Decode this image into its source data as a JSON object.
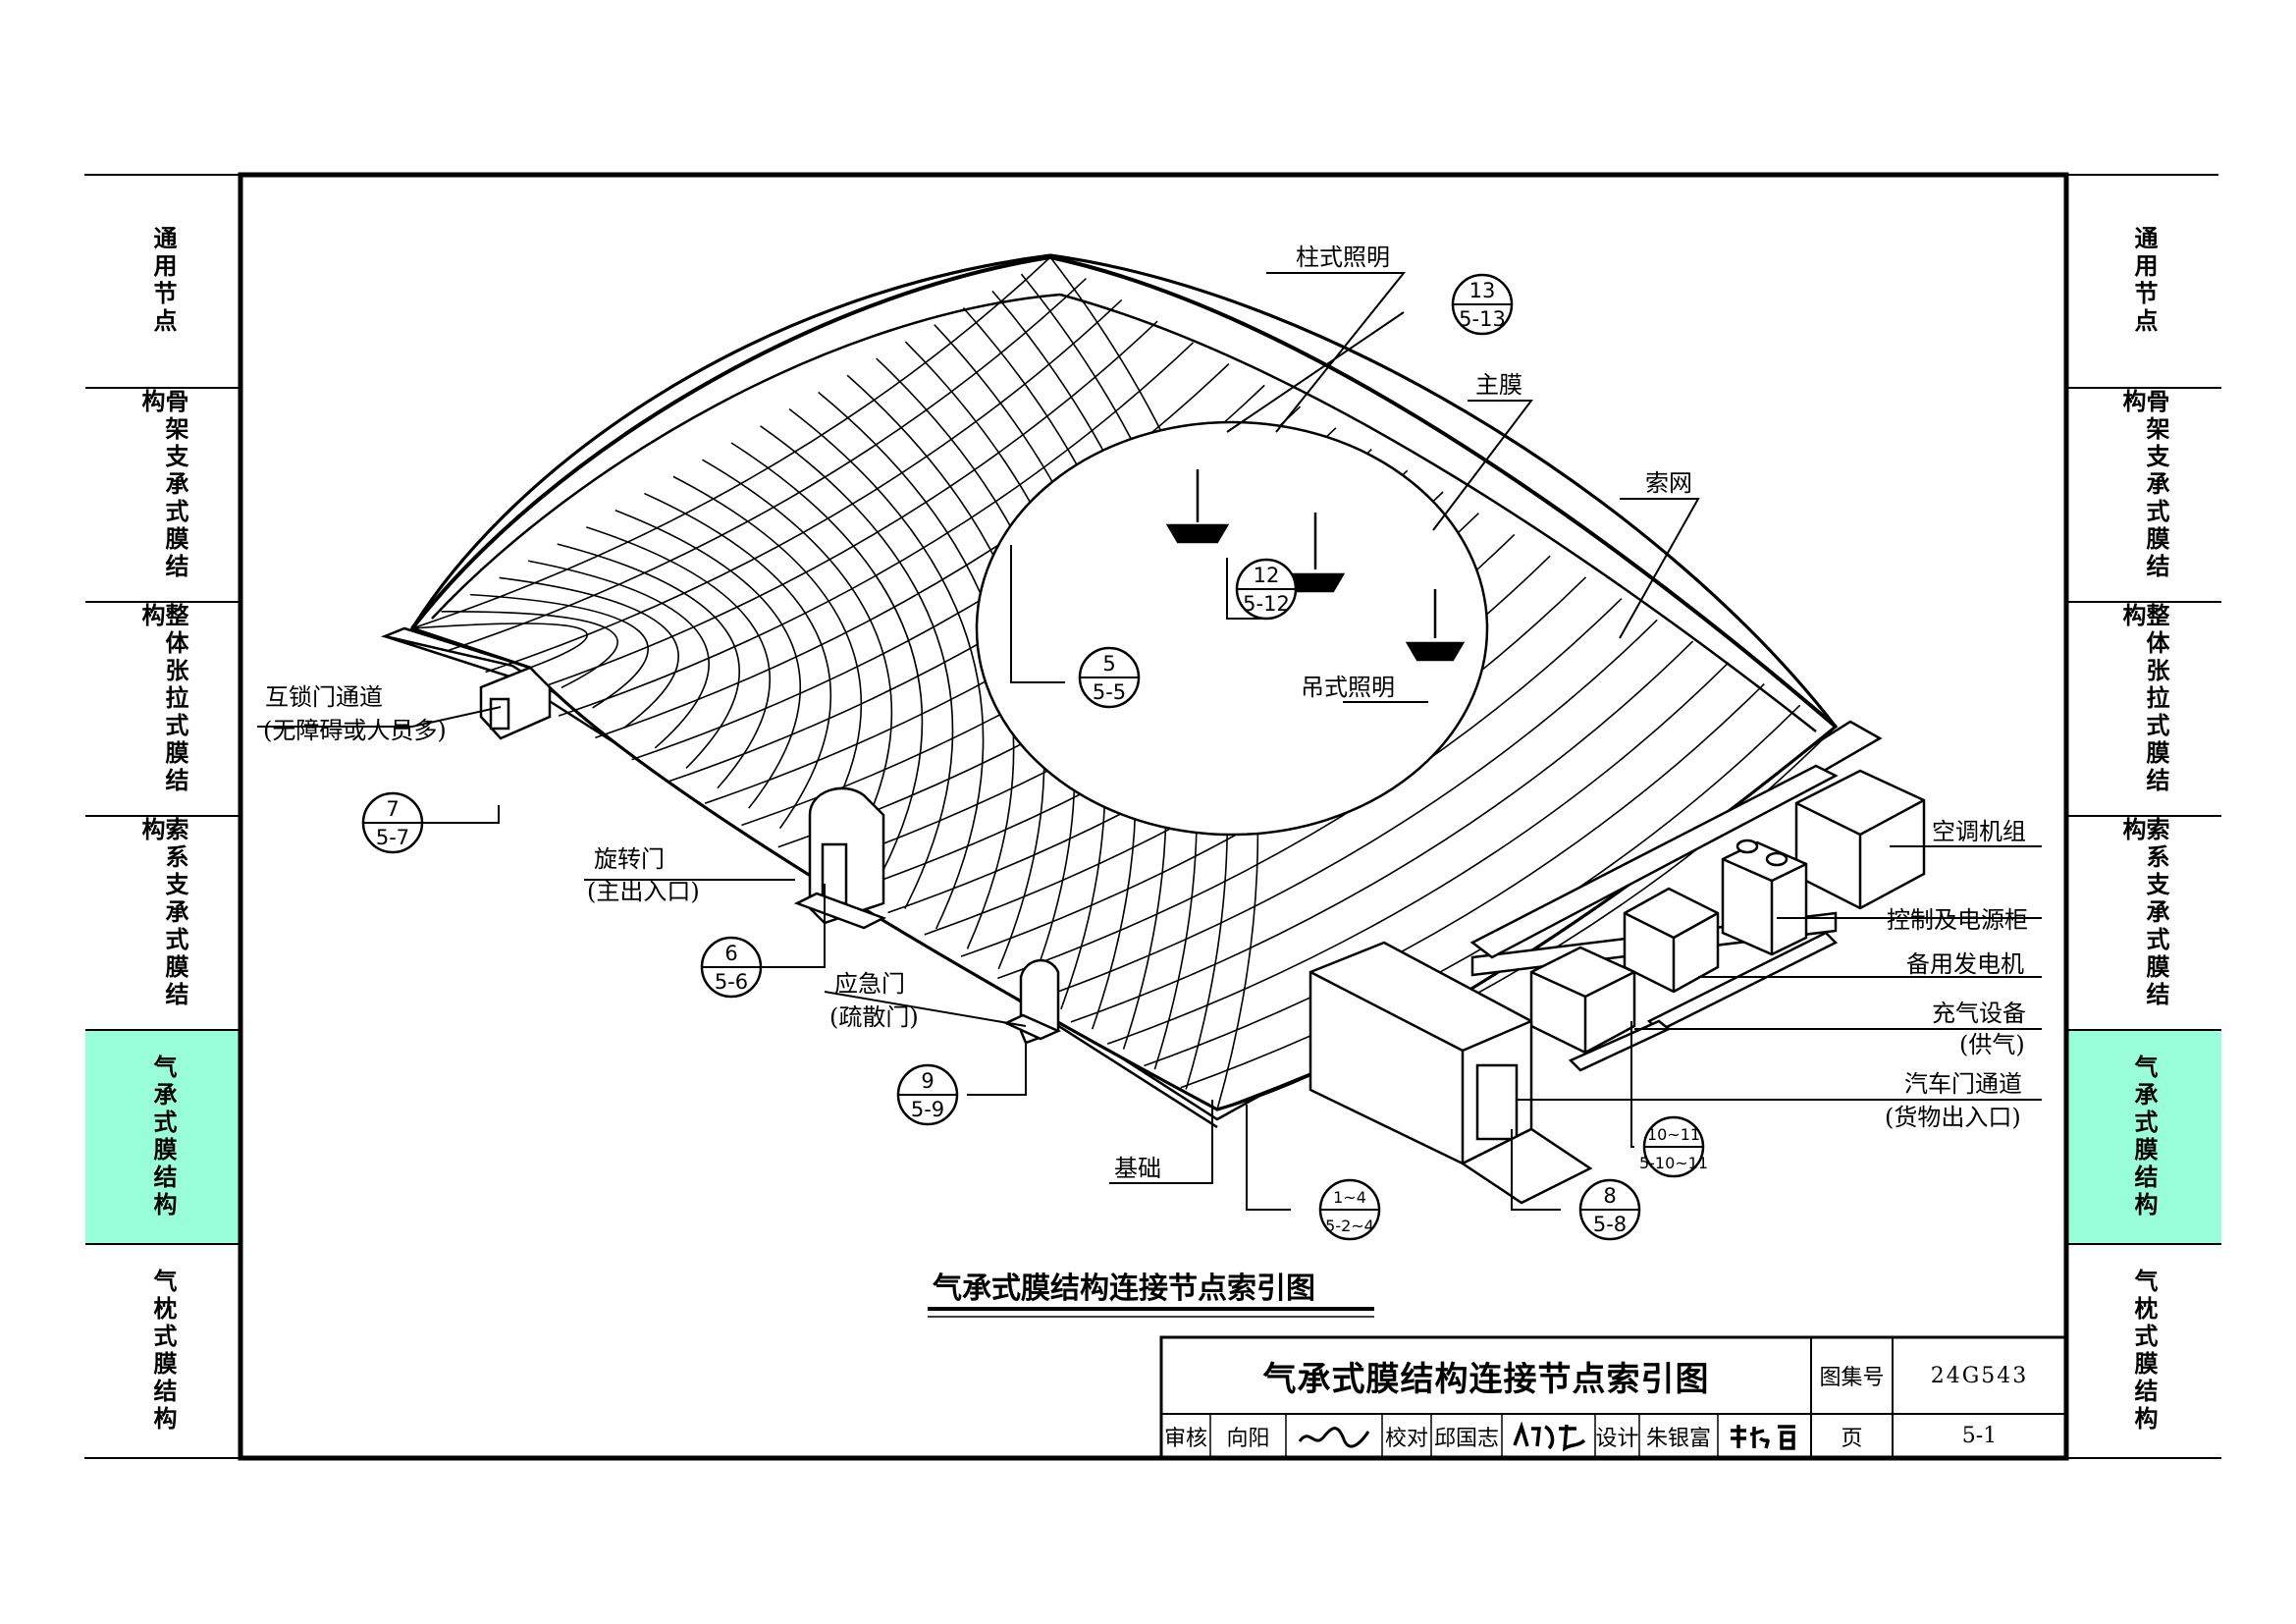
{
  "nav": {
    "left": [
      {
        "label": "通用节点",
        "active": false
      },
      {
        "label": "骨架支承式膜结构",
        "active": false
      },
      {
        "label": "整体张拉式膜结构",
        "active": false
      },
      {
        "label": "索系支承式膜结构",
        "active": false
      },
      {
        "label": "气承式膜结构",
        "active": true
      },
      {
        "label": "气枕式膜结构",
        "active": false
      }
    ],
    "right": [
      {
        "label": "通用节点",
        "active": false
      },
      {
        "label": "骨架支承式膜结构",
        "active": false
      },
      {
        "label": "整体张拉式膜结构",
        "active": false
      },
      {
        "label": "索系支承式膜结构",
        "active": false
      },
      {
        "label": "气承式膜结构",
        "active": true
      },
      {
        "label": "气枕式膜结构",
        "active": false
      }
    ],
    "active_color": "#99ffd8"
  },
  "labels": {
    "column_light": "柱式照明",
    "main_membrane": "主膜",
    "cable_net": "索网",
    "hanging_light": "吊式照明",
    "interlock_door_1": "互锁门通道",
    "interlock_door_2": "(无障碍或人员多)",
    "revolving_door_1": "旋转门",
    "revolving_door_2": "(主出入口)",
    "emergency_door_1": "应急门",
    "emergency_door_2": "(疏散门)",
    "foundation": "基础",
    "hvac": "空调机组",
    "control_power": "控制及电源柜",
    "generator": "备用发电机",
    "inflation_1": "充气设备",
    "inflation_2": "(供气)",
    "car_door_1": "汽车门通道",
    "car_door_2": "(货物出入口)"
  },
  "refs": [
    {
      "top": "13",
      "bottom": "5-13"
    },
    {
      "top": "12",
      "bottom": "5-12"
    },
    {
      "top": "5",
      "bottom": "5-5"
    },
    {
      "top": "7",
      "bottom": "5-7"
    },
    {
      "top": "6",
      "bottom": "5-6"
    },
    {
      "top": "9",
      "bottom": "5-9"
    },
    {
      "top": "1~4",
      "bottom": "5-2~4"
    },
    {
      "top": "8",
      "bottom": "5-8"
    },
    {
      "top": "10~11",
      "bottom": "5-10~11"
    }
  ],
  "drawing_title": "气承式膜结构连接节点索引图",
  "title_block": {
    "title": "气承式膜结构连接节点索引图",
    "atlas_label": "图集号",
    "atlas_no": "24G543",
    "review_label": "审核",
    "reviewer": "向阳",
    "check_label": "校对",
    "checker": "邱国志",
    "design_label": "设计",
    "designer": "朱银富",
    "page_label": "页",
    "page_no": "5-1"
  }
}
